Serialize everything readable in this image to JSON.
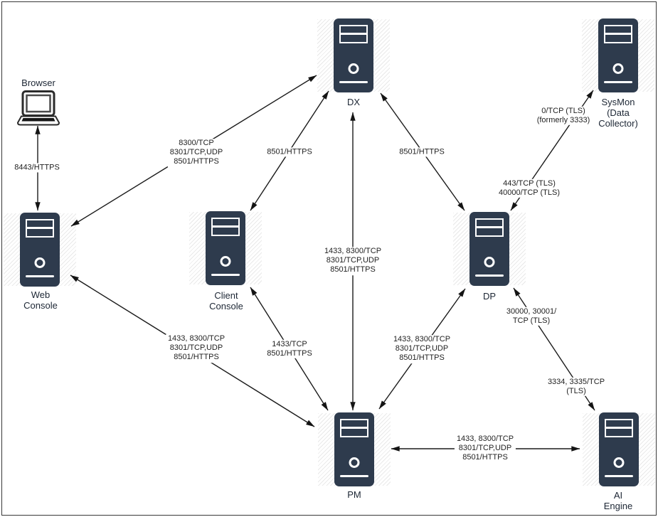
{
  "diagram": {
    "nodes": {
      "browser": {
        "label": "Browser"
      },
      "web_console": {
        "label": "Web\nConsole"
      },
      "client_console": {
        "label": "Client\nConsole"
      },
      "dx": {
        "label": "DX"
      },
      "sysmon": {
        "label": "SysMon\n(Data\nCollector)"
      },
      "dp": {
        "label": "DP"
      },
      "pm": {
        "label": "PM"
      },
      "ai_engine": {
        "label": "AI Engine"
      }
    },
    "edge_labels": {
      "browser_web": "8443/HTTPS",
      "web_dx": "8300/TCP\n8301/TCP,UDP\n8501/HTTPS",
      "client_dx": "8501/HTTPS",
      "dx_dp": "8501/HTTPS",
      "dx_pm": "1433, 8300/TCP\n8301/TCP,UDP\n8501/HTTPS",
      "web_pm": "1433, 8300/TCP\n8301/TCP,UDP\n8501/HTTPS",
      "client_pm": "1433/TCP\n8501/HTTPS",
      "pm_dp": "1433, 8300/TCP\n8301/TCP,UDP\n8501/HTTPS",
      "dp_sysmon_upper": "0/TCP (TLS)\n(formerly 3333)",
      "dp_sysmon_lower": "443/TCP (TLS)\n40000/TCP (TLS)",
      "dp_ai_upper": "30000, 30001/\nTCP (TLS)",
      "dp_ai_lower": "3334, 3335/TCP\n(TLS)",
      "pm_ai": "1433, 8300/TCP\n8301/TCP,UDP\n8501/HTTPS"
    },
    "colors": {
      "server_body": "#2e3b4d",
      "line": "#1b1b1b",
      "node_label": "#1c2634",
      "edge_label": "#1f1f1f",
      "frame_border": "#383838",
      "background": "#ffffff"
    }
  }
}
